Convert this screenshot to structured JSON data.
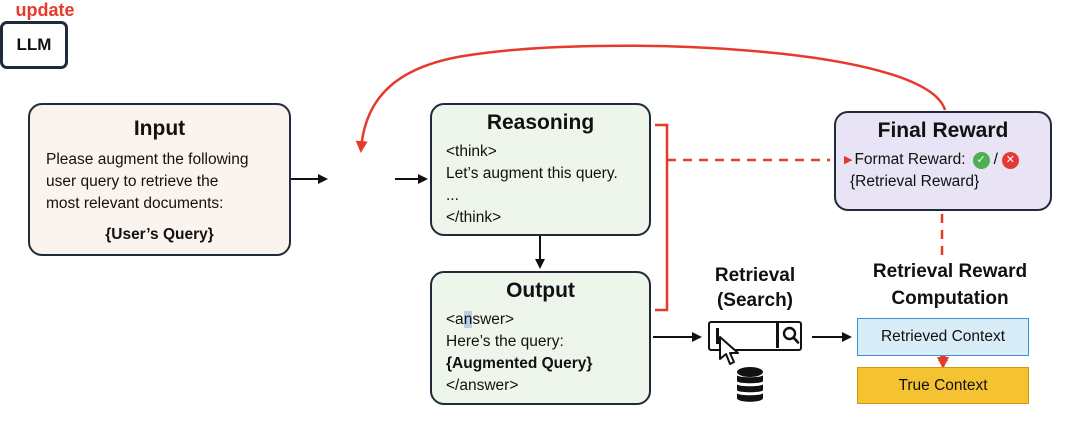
{
  "input": {
    "title": "Input",
    "lines": [
      "Please augment the following",
      "user query to retrieve the",
      "most relevant documents:"
    ],
    "query": "{User’s Query}"
  },
  "llm": {
    "label": "LLM"
  },
  "reasoning": {
    "title": "Reasoning",
    "lines": [
      "<think>",
      "Let’s augment this query.",
      "...",
      "</think>"
    ]
  },
  "output": {
    "title": "Output",
    "answer_open_pre": "<a",
    "answer_open_hl": "n",
    "answer_open_post": "swer>",
    "line2": "Here’s the query:",
    "line3": "{Augmented Query}",
    "line4": "</answer>"
  },
  "final_reward": {
    "title": "Final Reward",
    "format_label": "Format Reward:",
    "separator": "/",
    "retrieval_reward": "{Retrieval Reward}",
    "pass_icon": "check-circle-icon",
    "fail_icon": "x-circle-icon"
  },
  "retrieval": {
    "label_line1": "Retrieval",
    "label_line2": "(Search)"
  },
  "retrieval_reward_computation": {
    "label_line1": "Retrieval Reward",
    "label_line2": "Computation"
  },
  "retrieved_context": "Retrieved Context",
  "true_context": "True Context",
  "update_label": "update",
  "colors": {
    "accent_red": "#e63a2b",
    "input_fill": "#fbf3ee",
    "reasoning_fill": "#eef6ec",
    "final_fill": "#e8e3f5",
    "retrieved_fill": "#d9edf8",
    "true_fill": "#f5c232"
  }
}
